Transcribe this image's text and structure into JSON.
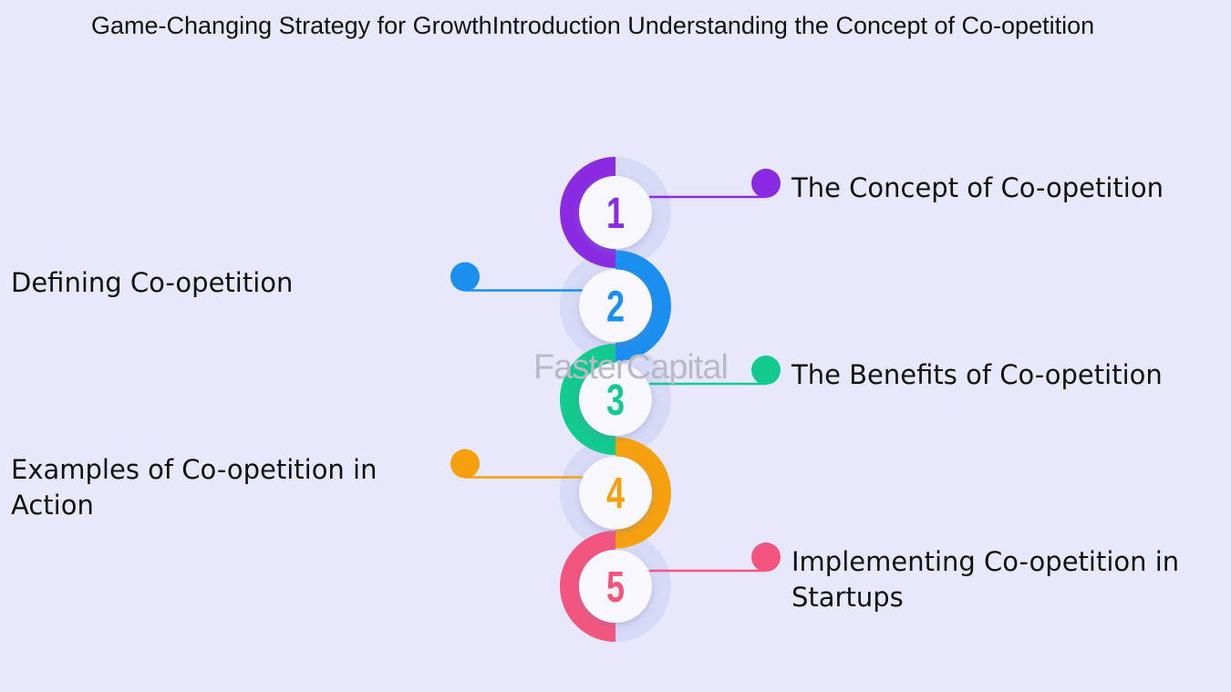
{
  "title": "Game-Changing Strategy for GrowthIntroduction Understanding the Concept of Co-opetition",
  "watermark": "FasterCapital",
  "colors": {
    "background": "#e7e9fb",
    "ring_shadow": "#d7daf6"
  },
  "steps": [
    {
      "number": "1",
      "label": "The Concept of Co-opetition",
      "color": "#8a2be2",
      "side": "right"
    },
    {
      "number": "2",
      "label": "Defining Co-opetition",
      "color": "#1a8ff0",
      "side": "left"
    },
    {
      "number": "3",
      "label": "The Benefits of Co-opetition",
      "color": "#12c98e",
      "side": "right"
    },
    {
      "number": "4",
      "label": "Examples of Co-opetition in Action",
      "color": "#f5a00f",
      "side": "left"
    },
    {
      "number": "5",
      "label": "Implementing Co-opetition in Startups",
      "color": "#f2557e",
      "side": "right"
    }
  ]
}
